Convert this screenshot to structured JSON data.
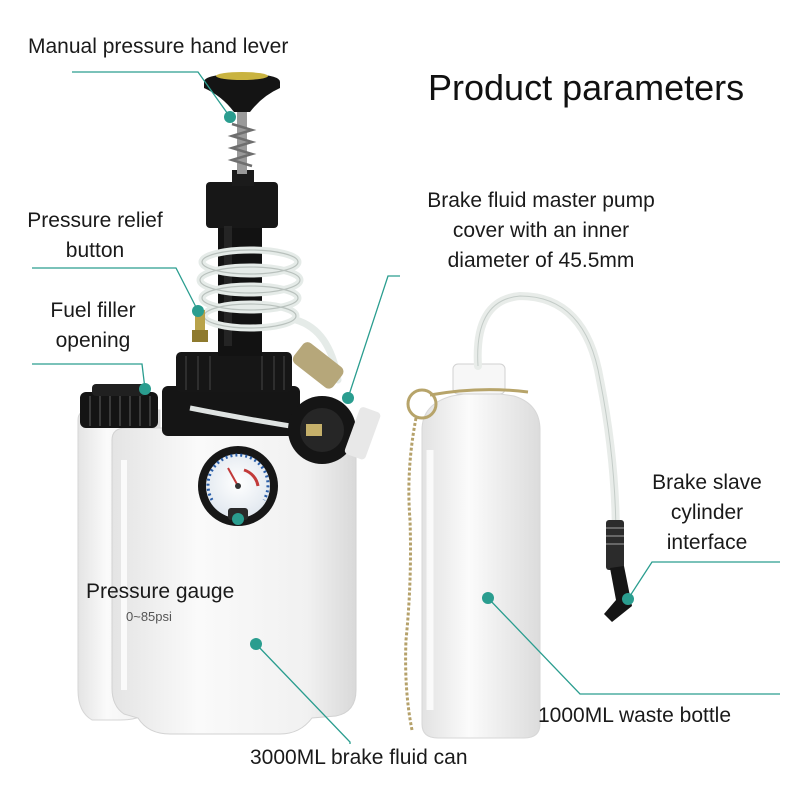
{
  "title": "Product parameters",
  "labels": {
    "hand_lever": "Manual pressure hand lever",
    "relief_1": "Pressure relief",
    "relief_2": "button",
    "filler_1": "Fuel filler",
    "filler_2": "opening",
    "cover_1": "Brake fluid master pump",
    "cover_2": "cover with an inner",
    "cover_3": "diameter of 45.5mm",
    "slave_1": "Brake slave",
    "slave_2": "cylinder",
    "slave_3": "interface",
    "gauge": "Pressure gauge",
    "gauge_range": "0~85psi",
    "waste": "1000ML waste bottle",
    "can": "3000ML brake fluid can"
  },
  "colors": {
    "callout": "#2a9d8f",
    "tank": "#f4f4f4",
    "black_parts": "#141414",
    "tubing": "#e6ece9",
    "background": "#ffffff"
  },
  "icons": [
    "pressure-gauge-dial",
    "chain",
    "key-ring"
  ]
}
